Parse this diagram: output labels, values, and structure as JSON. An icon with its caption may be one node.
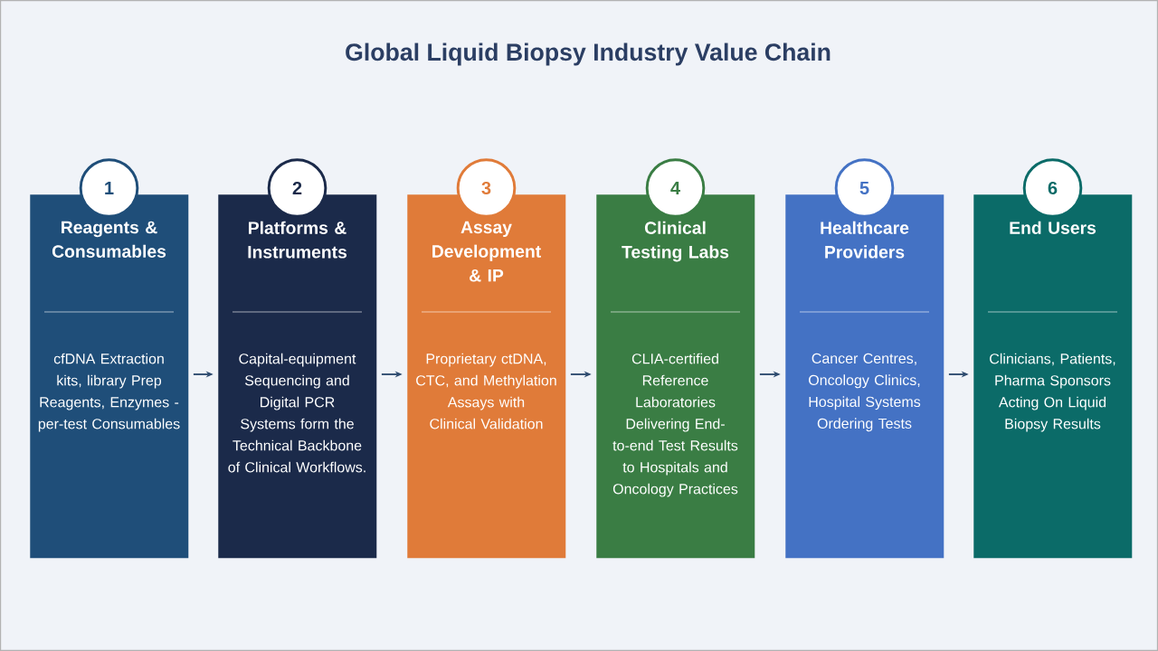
{
  "diagram": {
    "title": "Global Liquid Biopsy Industry Value Chain",
    "nodes": [
      {
        "text": [
          "1"
        ]
      },
      {
        "text": [
          "Reagents & Consumables",
          "cfDNA Extraction kits, library Prep Reagents, Enzymes - per-test Consumables"
        ]
      },
      {
        "text": [
          "2"
        ]
      },
      {
        "text": [
          "Platforms & Instruments",
          "Capital-equipment Sequencing and Digital PCR Systems form the Technical Backbone of Clinical Workflows."
        ]
      },
      {
        "text": [
          "3"
        ]
      },
      {
        "text": [
          "Assay Development & IP",
          "Proprietary ctDNA, CTC, and Methylation Assays with Clinical Validation"
        ]
      },
      {
        "text": [
          "4"
        ]
      },
      {
        "text": [
          "Clinical Testing Labs",
          "CLIA-certified Reference Laboratories Delivering End-to-end Test Results to Hospitals and Oncology Practices"
        ]
      },
      {
        "text": [
          "5"
        ]
      },
      {
        "text": [
          "Healthcare Providers",
          "Cancer Centres, Oncology Clinics, Hospital Systems Ordering Tests"
        ]
      },
      {
        "text": [
          "6"
        ]
      },
      {
        "text": [
          "End Users",
          "Clinicians, Patients, Pharma Sponsors Acting On Liquid Biopsy Results"
        ]
      }
    ],
    "edges": [
      {
        "from": 1,
        "to": 3,
        "arrow": "to"
      },
      {
        "from": 3,
        "to": 5,
        "arrow": "to"
      },
      {
        "from": 5,
        "to": 7,
        "arrow": "to"
      },
      {
        "from": 7,
        "to": 9,
        "arrow": "to"
      },
      {
        "from": 9,
        "to": 11,
        "arrow": "to"
      }
    ]
  }
}
